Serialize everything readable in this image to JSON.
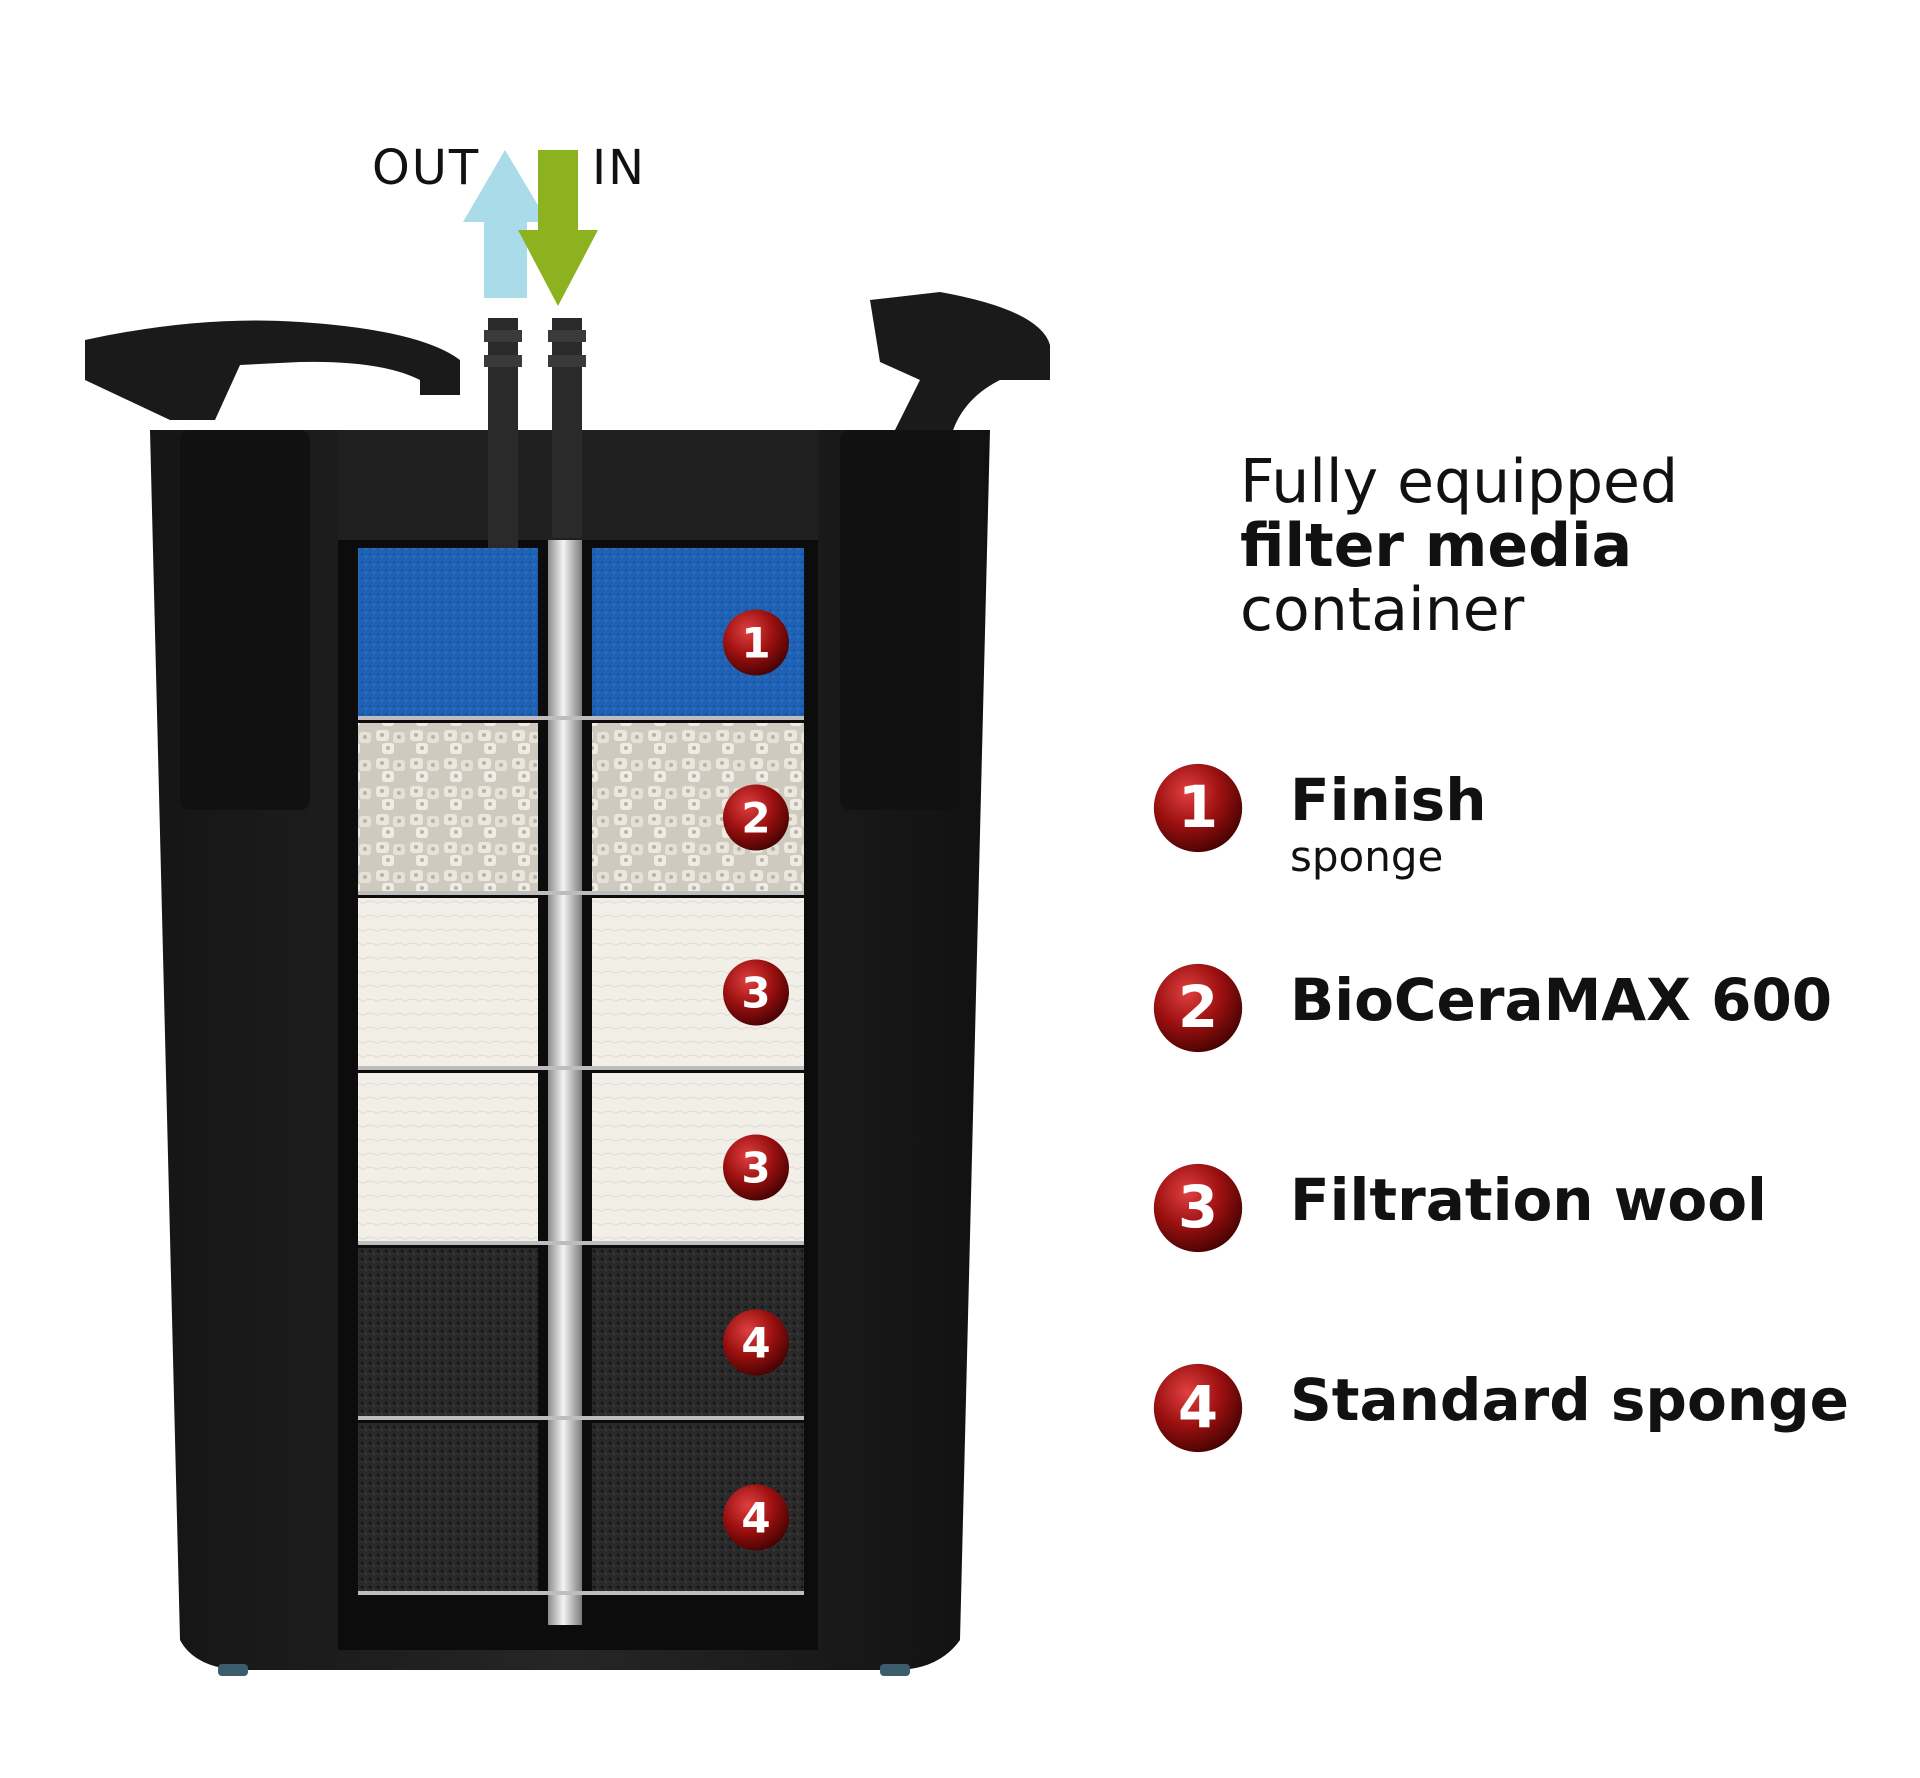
{
  "flow": {
    "out_label": "OUT",
    "in_label": "IN"
  },
  "title": {
    "line1": "Fully equipped",
    "line2": "filter media",
    "line3": "container"
  },
  "colors": {
    "badge_red": "#9b1010",
    "badge_dark": "#5a0505",
    "out_arrow": "#a9dbe9",
    "in_arrow": "#8cb21f",
    "body": "#1c1c1c",
    "blue_sponge": "#1f62b5",
    "wool": "#f2efe8",
    "black_sponge": "#2a2a2a",
    "ceramic": "#e2ded4"
  },
  "media_stack": [
    {
      "num": "1",
      "material": "blue-sponge"
    },
    {
      "num": "2",
      "material": "ceramic"
    },
    {
      "num": "3",
      "material": "wool"
    },
    {
      "num": "3",
      "material": "wool"
    },
    {
      "num": "4",
      "material": "black-sponge"
    },
    {
      "num": "4",
      "material": "black-sponge"
    }
  ],
  "legend": [
    {
      "num": "1",
      "main": "Finish",
      "sub": "sponge"
    },
    {
      "num": "2",
      "main": "BioCeraMAX 600",
      "sub": ""
    },
    {
      "num": "3",
      "main": "Filtration wool",
      "sub": ""
    },
    {
      "num": "4",
      "main": "Standard sponge",
      "sub": ""
    }
  ]
}
